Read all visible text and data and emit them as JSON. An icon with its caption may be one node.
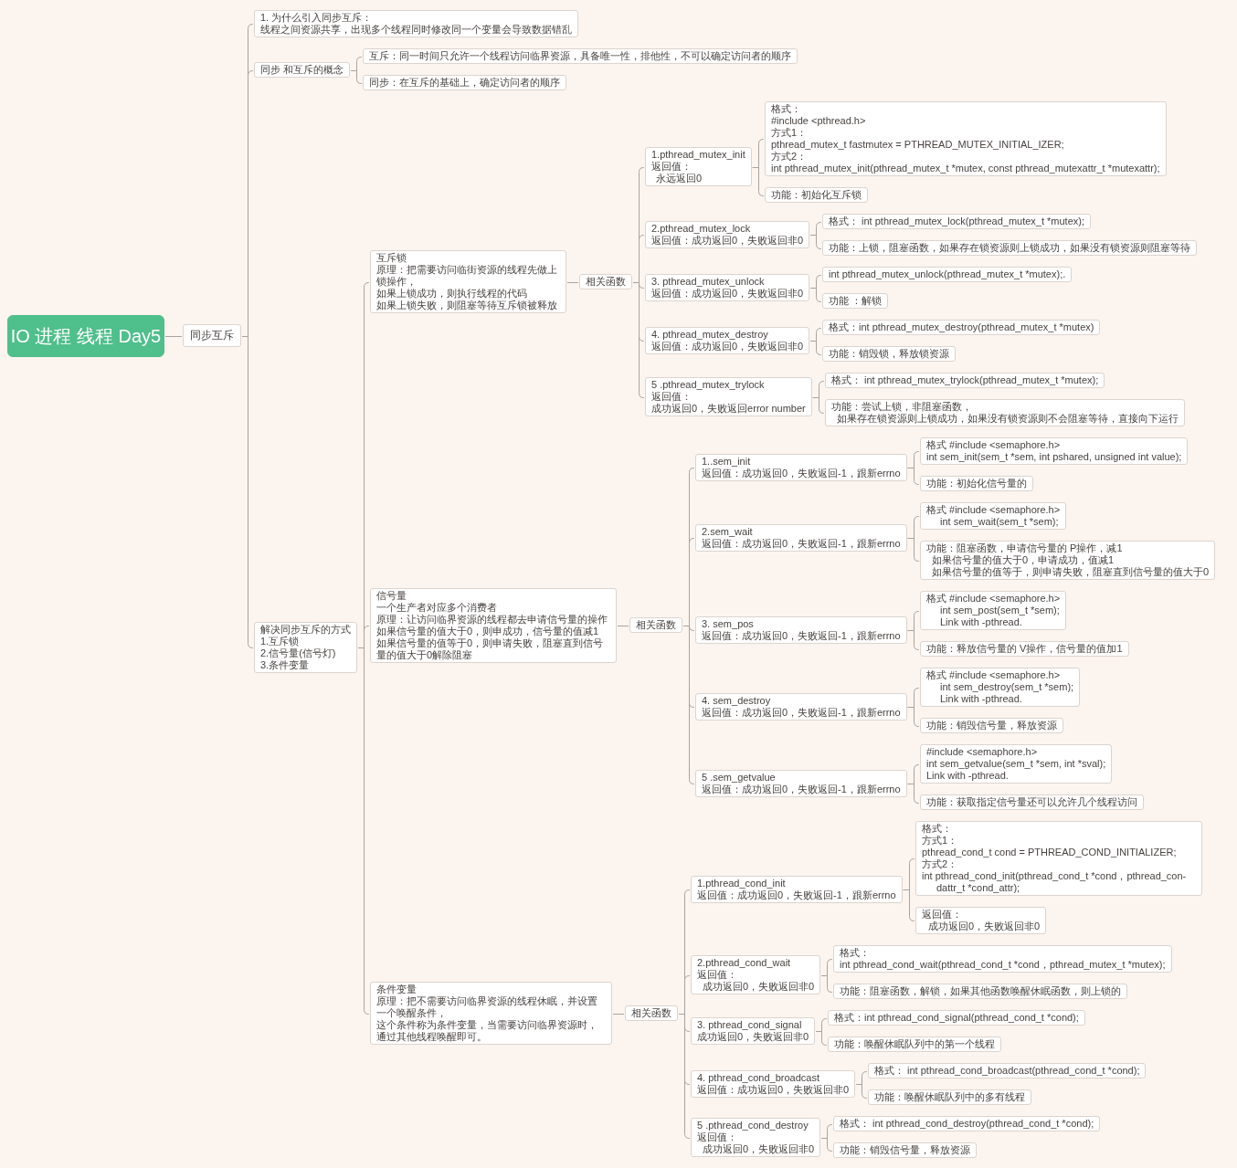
{
  "diagram": {
    "nodes": [
      {
        "text": [
          "IO 进程 线程 Day5"
        ]
      },
      {
        "text": [
          "同步互斥"
        ]
      },
      {
        "text": [
          "1. 为什么引入同步互斥：",
          "线程之间资源共享，出现多个线程同时修改同一个变量会导致数据错乱"
        ]
      },
      {
        "text": [
          "同步 和互斥的概念"
        ]
      },
      {
        "text": [
          "互斥：同一时间只允许一个线程访问临界资源，具备唯一性，排他性，不可以确定访问者的顺序"
        ]
      },
      {
        "text": [
          "同步：在互斥的基础上，确定访问者的顺序"
        ]
      },
      {
        "text": [
          "解决同步互斥的方式",
          "1.互斥锁",
          "2.信号量(信号灯)",
          "3.条件变量"
        ]
      },
      {
        "text": [
          "互斥锁",
          "原理：把需要访问临街资源的线程先做上锁操作，",
          "如果上锁成功，则执行线程的代码",
          "如果上锁失败，则阻塞等待互斥锁被释放"
        ]
      },
      {
        "text": [
          "相关函数"
        ]
      },
      {
        "text": [
          "1.pthread_mutex_init",
          "返回值：",
          "永远返回0"
        ]
      },
      {
        "text": [
          "格式：",
          "#include <pthread.h>",
          "方式1：",
          "pthread_mutex_t fastmutex = PTHREAD_MUTEX_INITIAL_IZER;",
          "方式2：",
          "int pthread_mutex_init(pthread_mutex_t *mutex, const pthread_mutexattr_t *mutexattr);"
        ]
      },
      {
        "text": [
          "功能：初始化互斥锁"
        ]
      },
      {
        "text": [
          "2.pthread_mutex_lock",
          "返回值：成功返回0，失败返回非0"
        ]
      },
      {
        "text": [
          "格式： int pthread_mutex_lock(pthread_mutex_t *mutex);"
        ]
      },
      {
        "text": [
          "功能：上锁，阻塞函数，如果存在锁资源则上锁成功，如果没有锁资源则阻塞等待"
        ]
      },
      {
        "text": [
          "3. pthread_mutex_unlock",
          "返回值：成功返回0，失败返回非0"
        ]
      },
      {
        "text": [
          "int pthread_mutex_unlock(pthread_mutex_t *mutex);."
        ]
      },
      {
        "text": [
          "功能 ：解锁"
        ]
      },
      {
        "text": [
          "4. pthread_mutex_destroy",
          "返回值：成功返回0，失败返回非0"
        ]
      },
      {
        "text": [
          "格式：int pthread_mutex_destroy(pthread_mutex_t *mutex)"
        ]
      },
      {
        "text": [
          "功能：销毁锁，释放锁资源"
        ]
      },
      {
        "text": [
          "5 .pthread_mutex_trylock",
          "返回值：",
          "成功返回0，失败返回error number"
        ]
      },
      {
        "text": [
          "格式： int pthread_mutex_trylock(pthread_mutex_t *mutex);"
        ]
      },
      {
        "text": [
          "功能：尝试上锁，非阻塞函数，",
          "如果存在锁资源则上锁成功，如果没有锁资源则不会阻塞等待，直接向下运行"
        ]
      },
      {
        "text": [
          "信号量",
          "一个生产者对应多个消费者",
          "原理：让访问临界资源的线程都去申请信号量的操作",
          "如果信号量的值大于0，则申成功，信号量的值减1",
          "如果信号量的值等于0，则申请失败，阻塞直到信号量的值大于0解除阻塞"
        ]
      },
      {
        "text": [
          "相关函数"
        ]
      },
      {
        "text": [
          "1..sem_init",
          "返回值：成功返回0，失败返回-1，跟新errno"
        ]
      },
      {
        "text": [
          "格式 #include <semaphore.h>",
          "int sem_init(sem_t *sem, int pshared, unsigned int value);"
        ]
      },
      {
        "text": [
          "功能：初始化信号量的"
        ]
      },
      {
        "text": [
          "2.sem_wait",
          "返回值：成功返回0，失败返回-1，跟新errno"
        ]
      },
      {
        "text": [
          "格式 #include <semaphore.h>",
          "int sem_wait(sem_t *sem);"
        ]
      },
      {
        "text": [
          "功能：阻塞函数，申请信号量的 P操作，减1",
          "如果信号量的值大于0，申请成功，值减1",
          "如果信号量的值等于，则申请失败，阻塞直到信号量的值大于0"
        ]
      },
      {
        "text": [
          "3. sem_pos",
          "返回值：成功返回0，失败返回-1，跟新errno"
        ]
      },
      {
        "text": [
          "格式 #include <semaphore.h>",
          "int sem_post(sem_t *sem);",
          "Link with -pthread."
        ]
      },
      {
        "text": [
          "功能：释放信号量的 V操作，信号量的值加1"
        ]
      },
      {
        "text": [
          "4. sem_destroy",
          "返回值：成功返回0，失败返回-1，跟新errno"
        ]
      },
      {
        "text": [
          "格式 #include <semaphore.h>",
          "int sem_destroy(sem_t *sem);",
          "Link with -pthread."
        ]
      },
      {
        "text": [
          "功能：销毁信号量，释放资源"
        ]
      },
      {
        "text": [
          "5 .sem_getvalue",
          "返回值：成功返回0，失败返回-1，跟新errno"
        ]
      },
      {
        "text": [
          "#include <semaphore.h>",
          "int sem_getvalue(sem_t *sem, int *sval);",
          "Link with -pthread."
        ]
      },
      {
        "text": [
          "功能：获取指定信号量还可以允许几个线程访问"
        ]
      },
      {
        "text": [
          "条件变量",
          "原理：把不需要访问临界资源的线程休眠，并设置一个唤醒条件，",
          "这个条件称为条件变量，当需要访问临界资源时，通过其他线程唤醒即可。"
        ]
      },
      {
        "text": [
          "相关函数"
        ]
      },
      {
        "text": [
          "1.pthread_cond_init",
          "返回值：成功返回0，失败返回-1，跟新errno"
        ]
      },
      {
        "text": [
          "格式：",
          "方式1：",
          "pthread_cond_t cond = PTHREAD_COND_INITIALIZER;",
          "方式2：",
          "int pthread_cond_init(pthread_cond_t *cond，pthread_con- dattr_t *cond_attr);"
        ]
      },
      {
        "text": [
          "返回值：",
          "成功返回0，失败返回非0"
        ]
      },
      {
        "text": [
          "2.pthread_cond_wait",
          "返回值：",
          "成功返回0，失败返回非0"
        ]
      },
      {
        "text": [
          "格式：",
          "int pthread_cond_wait(pthread_cond_t *cond，pthread_mutex_t *mutex);"
        ]
      },
      {
        "text": [
          "功能：阻塞函数，解锁，如果其他函数唤醒休眠函数，则上锁的"
        ]
      },
      {
        "text": [
          "3. pthread_cond_signal",
          "成功返回0，失败返回非0"
        ]
      },
      {
        "text": [
          "格式：int pthread_cond_signal(pthread_cond_t *cond);"
        ]
      },
      {
        "text": [
          "功能：唤醒休眠队列中的第一个线程"
        ]
      },
      {
        "text": [
          "4. pthread_cond_broadcast",
          "返回值：成功返回0，失败返回非0"
        ]
      },
      {
        "text": [
          "格式： int pthread_cond_broadcast(pthread_cond_t *cond);"
        ]
      },
      {
        "text": [
          "功能：唤醒休眠队列中的多有线程"
        ]
      },
      {
        "text": [
          "5 .pthread_cond_destroy",
          "返回值：",
          "成功返回0，失败返回非0"
        ]
      },
      {
        "text": [
          "格式： int pthread_cond_destroy(pthread_cond_t *cond);"
        ]
      },
      {
        "text": [
          "功能：销毁信号量，释放资源"
        ]
      }
    ],
    "edges": [
      {
        "from": 0,
        "to": 1,
        "arrow": "none"
      },
      {
        "from": 1,
        "to": 2,
        "arrow": "none"
      },
      {
        "from": 1,
        "to": 3,
        "arrow": "none"
      },
      {
        "from": 1,
        "to": 6,
        "arrow": "none"
      },
      {
        "from": 3,
        "to": 4,
        "arrow": "none"
      },
      {
        "from": 3,
        "to": 5,
        "arrow": "none"
      },
      {
        "from": 6,
        "to": 7,
        "arrow": "none"
      },
      {
        "from": 6,
        "to": 24,
        "arrow": "none"
      },
      {
        "from": 6,
        "to": 41,
        "arrow": "none"
      },
      {
        "from": 7,
        "to": 8,
        "arrow": "none"
      },
      {
        "from": 8,
        "to": 9,
        "arrow": "none"
      },
      {
        "from": 8,
        "to": 12,
        "arrow": "none"
      },
      {
        "from": 8,
        "to": 15,
        "arrow": "none"
      },
      {
        "from": 8,
        "to": 18,
        "arrow": "none"
      },
      {
        "from": 8,
        "to": 21,
        "arrow": "none"
      },
      {
        "from": 9,
        "to": 10,
        "arrow": "none"
      },
      {
        "from": 9,
        "to": 11,
        "arrow": "none"
      },
      {
        "from": 12,
        "to": 13,
        "arrow": "none"
      },
      {
        "from": 12,
        "to": 14,
        "arrow": "none"
      },
      {
        "from": 15,
        "to": 16,
        "arrow": "none"
      },
      {
        "from": 15,
        "to": 17,
        "arrow": "none"
      },
      {
        "from": 18,
        "to": 19,
        "arrow": "none"
      },
      {
        "from": 18,
        "to": 20,
        "arrow": "none"
      },
      {
        "from": 21,
        "to": 22,
        "arrow": "none"
      },
      {
        "from": 21,
        "to": 23,
        "arrow": "none"
      },
      {
        "from": 24,
        "to": 25,
        "arrow": "none"
      },
      {
        "from": 25,
        "to": 26,
        "arrow": "none"
      },
      {
        "from": 25,
        "to": 29,
        "arrow": "none"
      },
      {
        "from": 25,
        "to": 32,
        "arrow": "none"
      },
      {
        "from": 25,
        "to": 35,
        "arrow": "none"
      },
      {
        "from": 25,
        "to": 38,
        "arrow": "none"
      },
      {
        "from": 26,
        "to": 27,
        "arrow": "none"
      },
      {
        "from": 26,
        "to": 28,
        "arrow": "none"
      },
      {
        "from": 29,
        "to": 30,
        "arrow": "none"
      },
      {
        "from": 29,
        "to": 31,
        "arrow": "none"
      },
      {
        "from": 32,
        "to": 33,
        "arrow": "none"
      },
      {
        "from": 32,
        "to": 34,
        "arrow": "none"
      },
      {
        "from": 35,
        "to": 36,
        "arrow": "none"
      },
      {
        "from": 35,
        "to": 37,
        "arrow": "none"
      },
      {
        "from": 38,
        "to": 39,
        "arrow": "none"
      },
      {
        "from": 38,
        "to": 40,
        "arrow": "none"
      },
      {
        "from": 41,
        "to": 42,
        "arrow": "none"
      },
      {
        "from": 42,
        "to": 43,
        "arrow": "none"
      },
      {
        "from": 42,
        "to": 46,
        "arrow": "none"
      },
      {
        "from": 42,
        "to": 49,
        "arrow": "none"
      },
      {
        "from": 42,
        "to": 52,
        "arrow": "none"
      },
      {
        "from": 42,
        "to": 55,
        "arrow": "none"
      },
      {
        "from": 43,
        "to": 44,
        "arrow": "none"
      },
      {
        "from": 43,
        "to": 45,
        "arrow": "none"
      },
      {
        "from": 46,
        "to": 47,
        "arrow": "none"
      },
      {
        "from": 46,
        "to": 48,
        "arrow": "none"
      },
      {
        "from": 49,
        "to": 50,
        "arrow": "none"
      },
      {
        "from": 49,
        "to": 51,
        "arrow": "none"
      },
      {
        "from": 52,
        "to": 53,
        "arrow": "none"
      },
      {
        "from": 52,
        "to": 54,
        "arrow": "none"
      },
      {
        "from": 55,
        "to": 56,
        "arrow": "none"
      },
      {
        "from": 55,
        "to": 57,
        "arrow": "none"
      }
    ]
  }
}
